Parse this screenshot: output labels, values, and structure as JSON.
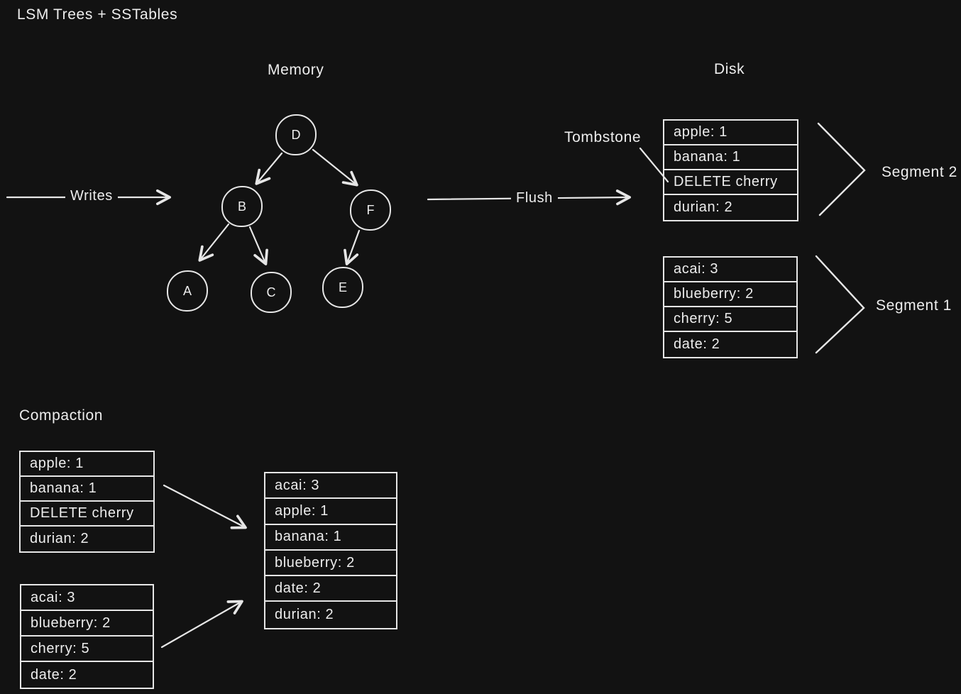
{
  "title": "LSM Trees + SSTables",
  "colors": {
    "background": "#121212",
    "stroke": "#e6e6e6",
    "text": "#ededed"
  },
  "memory": {
    "label": "Memory",
    "writes_arrow_label": "Writes",
    "tree": {
      "nodes": [
        "D",
        "B",
        "F",
        "A",
        "C",
        "E"
      ]
    }
  },
  "flush": {
    "arrow_label": "Flush"
  },
  "disk": {
    "label": "Disk",
    "tombstone_label": "Tombstone",
    "segments": [
      {
        "name": "Segment 2",
        "rows": [
          "apple: 1",
          "banana: 1",
          "DELETE cherry",
          "durian: 2"
        ]
      },
      {
        "name": "Segment 1",
        "rows": [
          "acai: 3",
          "blueberry: 2",
          "cherry: 5",
          "date: 2"
        ]
      }
    ]
  },
  "compaction": {
    "label": "Compaction",
    "inputs": [
      {
        "rows": [
          "apple: 1",
          "banana: 1",
          "DELETE cherry",
          "durian: 2"
        ]
      },
      {
        "rows": [
          "acai: 3",
          "blueberry: 2",
          "cherry: 5",
          "date: 2"
        ]
      }
    ],
    "output": {
      "rows": [
        "acai: 3",
        "apple: 1",
        "banana: 1",
        "blueberry: 2",
        "date: 2",
        "durian: 2"
      ]
    }
  }
}
